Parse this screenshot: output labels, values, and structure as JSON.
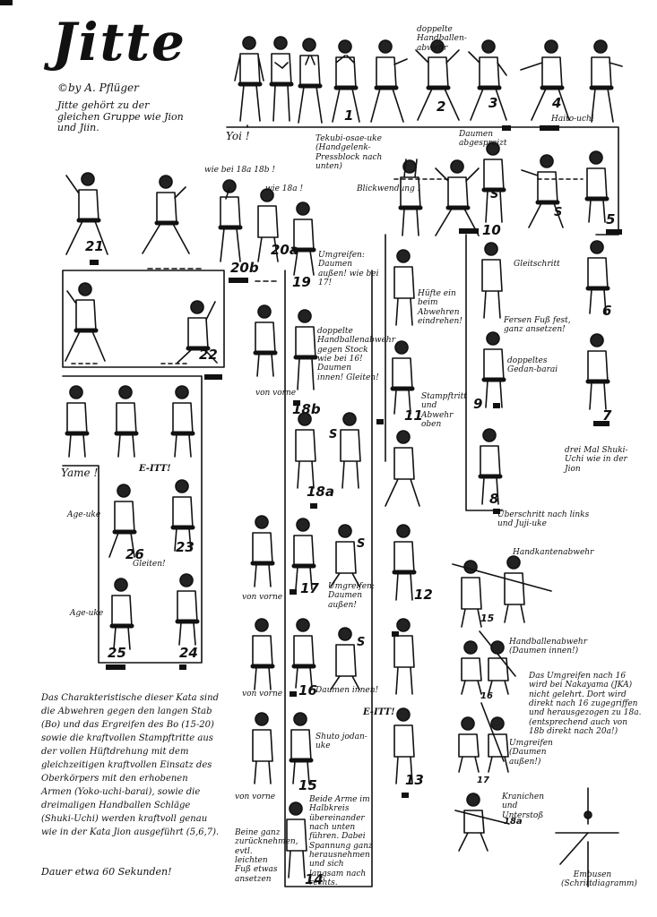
{
  "title": "Jitte",
  "author": "©by A. Pflüger",
  "subtitle": "Jitte gehört zu der gleichen Gruppe wie Jion und Jiin.",
  "labels": {
    "yoi": "Yoi !",
    "yame": "Yame !",
    "doppelte_handballen_top": "doppelte Handballen-abwehr",
    "haito_uchi": "Haito-uchi",
    "tekubi_osae_uke": "Tekubi-osae-uke (Handgelenk-Pressblock nach unten)",
    "daumen_abgespreizt": "Daumen abgespreizt",
    "blickwendung": "Blickwendung !",
    "wie_bei_18a_18b": "wie bei 18a 18b !",
    "wie_18a": "wie 18a !",
    "umgreifen_19": "Umgreifen: Daumen außen! wie bei 17!",
    "gleitschritt": "Gleitschritt",
    "huefte_ein": "Hüfte ein beim Abwehren eindrehen!",
    "fersen_fest": "Fersen Fuß fest, ganz ansetzen!",
    "doppelte_handballen_mid": "doppelte Handballenabwehr gegen Stock wie bei 16! Daumen innen! Gleiten!",
    "von_vorne_1": "von vorne",
    "doppeltes_gedan_barai": "doppeltes Gedan-barai",
    "stampftritt": "Stampftritt und Abwehr oben",
    "drei_mal_shuki": "drei Mal Shuki-Uchi wie in der Jion",
    "e_itt": "E-ITT!",
    "age_uke_1": "Age-uke",
    "age_uke_2": "Age-uke",
    "gleiten": "Gleiten!",
    "ueberschritt": "Überschritt nach links und Juji-uke",
    "umgreifen_17": "Umgreifen: Daumen außen!",
    "von_vorne_2": "von vorne",
    "handkantenabwehr": "Handkantenabwehr",
    "daumen_innen_16": "Daumen innen!",
    "von_vorne_3": "von vorne",
    "handballenabwehr": "Handballenabwehr (Daumen innen!)",
    "shuto_jodan_uke": "Shuto jodan-uke",
    "e_itt_2": "E-ITT!",
    "von_vorne_4": "von vorne",
    "umgreifen_r": "Umgreifen (Daumen außen!)",
    "kranichen": "Kranichen und Unterstoß",
    "beine_ganz": "Beine ganz zurücknehmen, evtl. leichten Fuß etwas ansetzen",
    "beide_arme": "Beide Arme im Halbkreis übereinander nach unten führen. Dabei Spannung ganz herausnehmen und sich langsam nach rechts.",
    "bo_note": "Das Umgreifen nach 16 wird bei Nakayama (JKA) nicht gelehrt. Dort wird direkt nach 16 zugegriffen und herausgezogen zu 18a. (entsprechend auch von 18b direkt nach 20a!)",
    "characteristics": "Das Charakteristische dieser Kata sind die Abwehren gegen den langen Stab (Bo) und das Ergreifen des Bo (15-20) sowie die kraftvollen Stampftritte aus der vollen Hüftdrehung mit dem gleichzeitigen kraftvollen Einsatz des Oberkörpers mit den erhobenen Armen (Yoko-uchi-barai), sowie die dreimaligen Handballen Schläge (Shuki-Uchi) werden kraftvoll genau wie in der Kata Jion ausgeführt (5,6,7).",
    "dauer": "Dauer etwa 60 Sekunden!",
    "embusen": "Embusen (Schrittdiagramm)"
  },
  "numbers": [
    "1",
    "2",
    "3",
    "4",
    "5",
    "6",
    "7",
    "8",
    "9",
    "10",
    "11",
    "12",
    "13",
    "14",
    "15",
    "16",
    "17",
    "18a",
    "18b",
    "19",
    "20a",
    "20b",
    "21",
    "22",
    "23",
    "24",
    "25",
    "26",
    "15",
    "16",
    "17",
    "18a",
    "S",
    "S",
    "S",
    "S",
    "S"
  ]
}
